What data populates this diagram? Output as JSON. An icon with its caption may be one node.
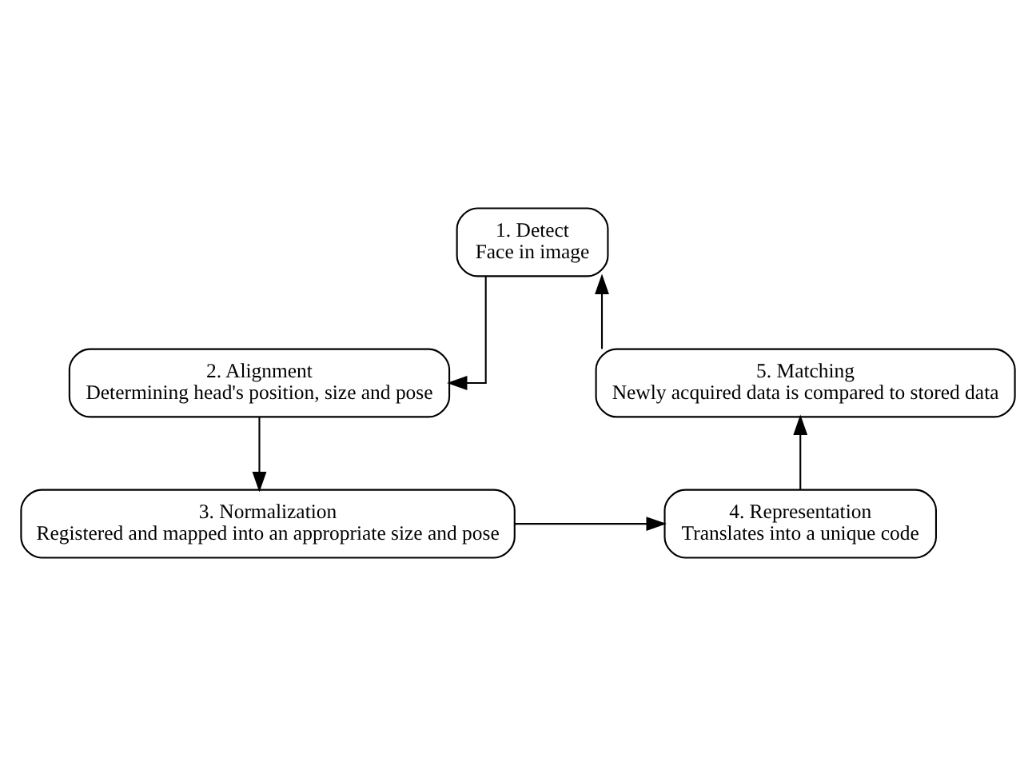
{
  "diagram": {
    "nodes": [
      {
        "text": [
          "1. Detect",
          "Face in image"
        ]
      },
      {
        "text": [
          "2. Alignment",
          "Determining head's position, size and pose"
        ]
      },
      {
        "text": [
          "3. Normalization",
          "Registered and mapped into an appropriate size and pose"
        ]
      },
      {
        "text": [
          "4. Representation",
          "Translates into a unique code"
        ]
      },
      {
        "text": [
          "5. Matching",
          "Newly acquired data is compared to stored data"
        ]
      }
    ],
    "edges": [
      {
        "from": 0,
        "to": 1,
        "arrow": "to"
      },
      {
        "from": 1,
        "to": 2,
        "arrow": "to"
      },
      {
        "from": 2,
        "to": 3,
        "arrow": "to"
      },
      {
        "from": 3,
        "to": 4,
        "arrow": "to"
      },
      {
        "from": 4,
        "to": 0,
        "arrow": "to"
      }
    ]
  }
}
